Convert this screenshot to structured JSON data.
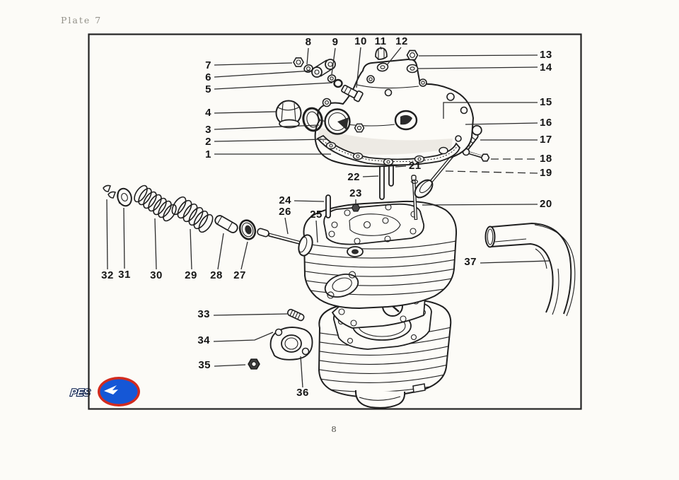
{
  "page": {
    "plate_label": "Plate 7",
    "page_number": "8"
  },
  "logo": {
    "text": "PES",
    "ring_color": "#d22b1e",
    "fill_color": "#1557d6",
    "text_color": "#ffffff"
  },
  "callouts": [
    "1",
    "2",
    "3",
    "4",
    "5",
    "6",
    "7",
    "8",
    "9",
    "10",
    "11",
    "12",
    "13",
    "14",
    "15",
    "16",
    "17",
    "18",
    "19",
    "20",
    "21",
    "22",
    "23",
    "24",
    "25",
    "26",
    "27",
    "28",
    "29",
    "30",
    "31",
    "32",
    "33",
    "34",
    "35",
    "36",
    "37"
  ]
}
